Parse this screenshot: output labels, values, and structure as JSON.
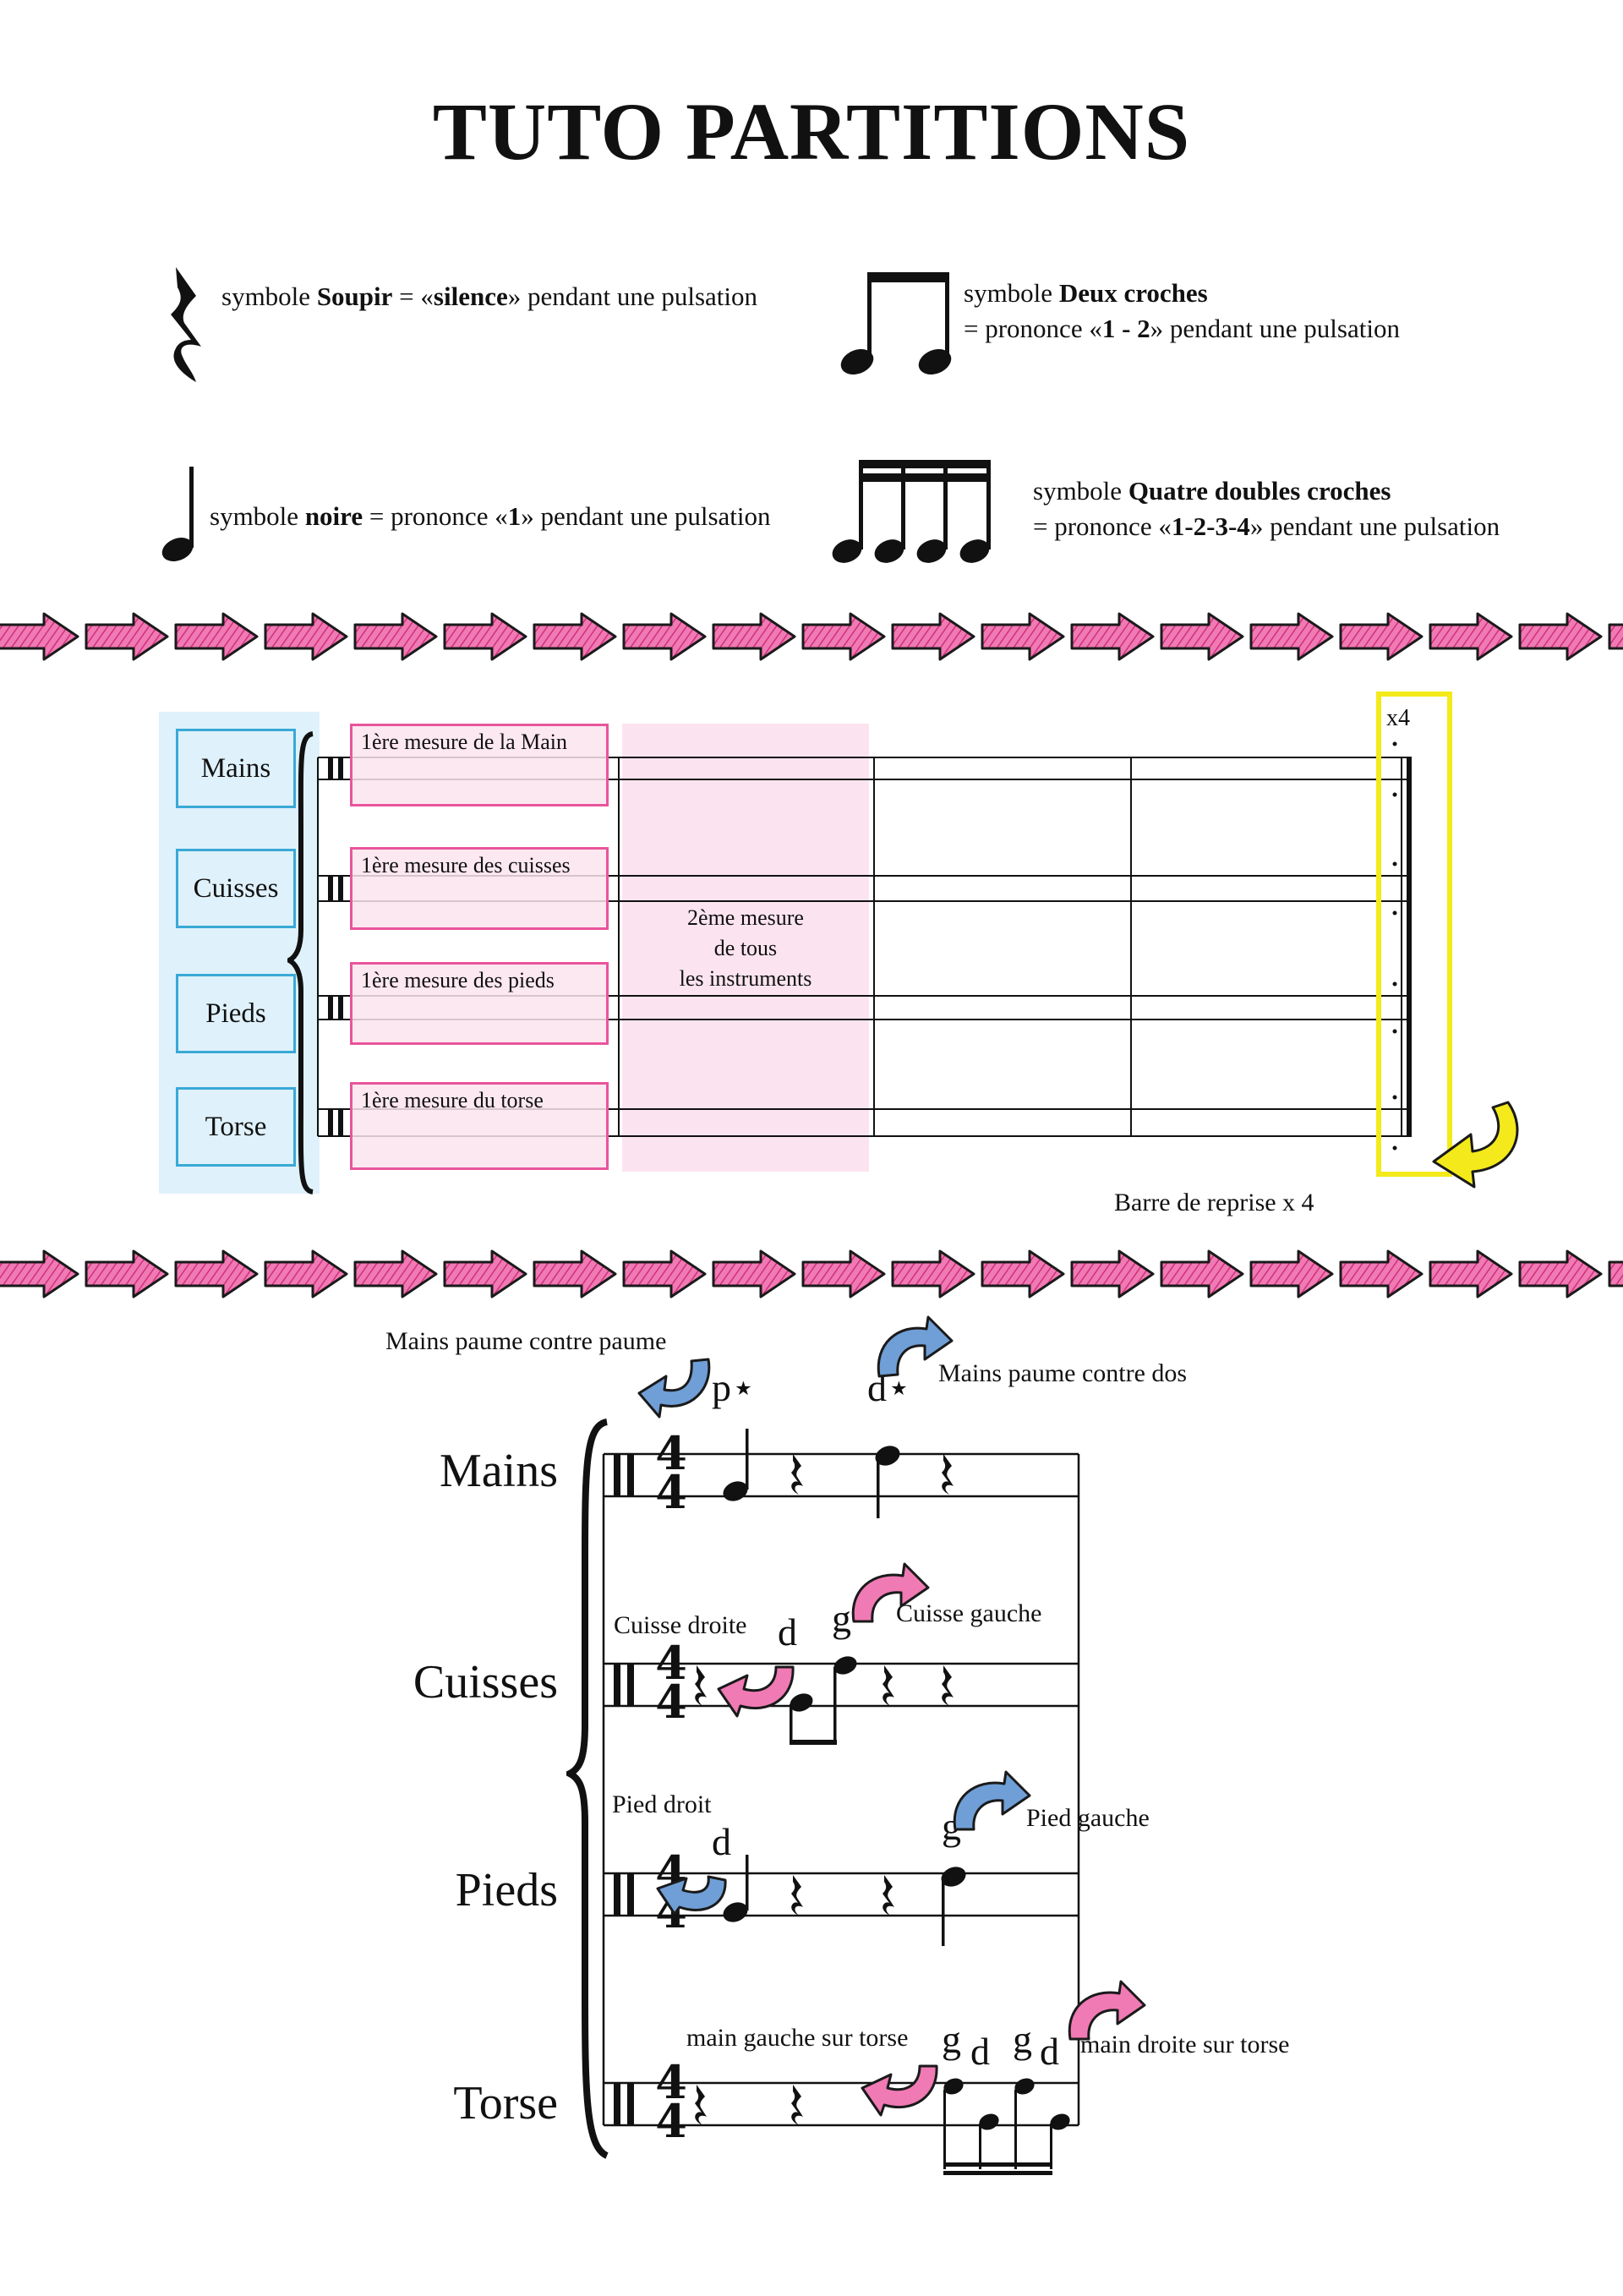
{
  "title": "TUTO PARTITIONS",
  "legend": {
    "soupir": {
      "prefix": "symbole ",
      "bold": "Soupir",
      "mid1": " = «",
      "bold2": "silence",
      "suffix": "» pendant une pulsation"
    },
    "deux_croches": {
      "prefix": "symbole ",
      "bold": "Deux croches",
      "line2_prefix": "= prononce «",
      "line2_bold": "1 - 2",
      "line2_suffix": "» pendant une pulsation"
    },
    "noire": {
      "prefix": "symbole ",
      "bold": "noire",
      "mid1": " = prononce «",
      "bold2": "1",
      "suffix": "» pendant une pulsation"
    },
    "quatre_doubles": {
      "prefix": "symbole ",
      "bold": "Quatre doubles croches",
      "line2_prefix": "= prononce «",
      "line2_bold": "1-2-3-4",
      "line2_suffix": "» pendant une pulsation"
    }
  },
  "overview": {
    "instruments": [
      "Mains",
      "Cuisses",
      "Pieds",
      "Torse"
    ],
    "first_measure_labels": [
      "1ère mesure de la Main",
      "1ère mesure des cuisses",
      "1ère mesure des pieds",
      "1ère mesure du torse"
    ],
    "second_measure_lines": [
      "2ème mesure",
      "de tous",
      "les instruments"
    ],
    "repeat_count": "x4",
    "repeat_caption": "Barre de reprise x 4"
  },
  "score": {
    "instruments": [
      "Mains",
      "Cuisses",
      "Pieds",
      "Torse"
    ],
    "time_signature": {
      "top": "4",
      "bottom": "4"
    },
    "mains": {
      "note_left": "Mains paume contre paume",
      "note_right": "Mains paume contre dos",
      "letter1": "p⋆",
      "letter2": "d⋆"
    },
    "cuisses": {
      "note_left": "Cuisse droite",
      "note_right": "Cuisse gauche",
      "letter1": "d",
      "letter2": "g"
    },
    "pieds": {
      "note_left": "Pied droit",
      "note_right": "Pied gauche",
      "letter1": "d",
      "letter2": "g"
    },
    "torse": {
      "note_left": "main gauche sur torse",
      "note_right": "main droite sur torse",
      "letters": [
        "g",
        "d",
        "g",
        "d"
      ]
    }
  },
  "colors": {
    "pink": "#e9559b",
    "pink_fill": "#fbe4ef",
    "blue": "#39a9d6",
    "blue_fill": "#dff1fb",
    "yellow": "#f4ea1b",
    "arrow_blue": "#6f9fd6"
  }
}
